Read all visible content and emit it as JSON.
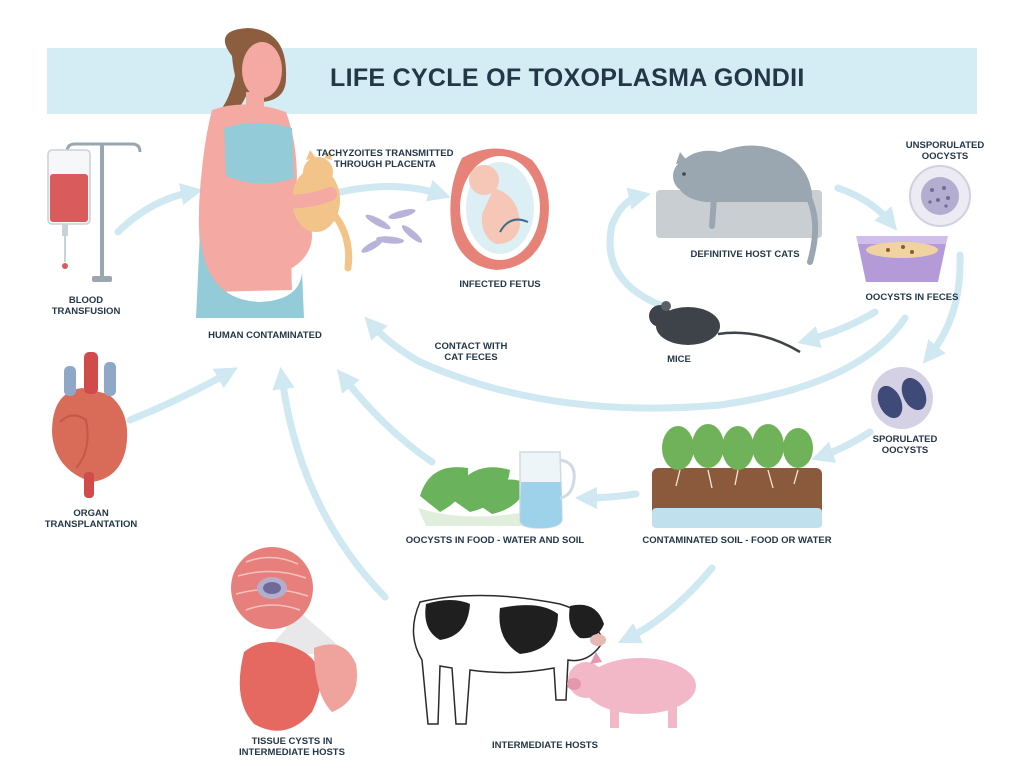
{
  "title": "LIFE CYCLE OF TOXOPLASMA GONDII",
  "labels": {
    "blood_transfusion": [
      "BLOOD",
      "TRANSFUSION"
    ],
    "human_contaminated": [
      "HUMAN CONTAMINATED"
    ],
    "tachyzoites": [
      "TACHYZOITES TRANSMITTED",
      "THROUGH PLACENTA"
    ],
    "infected_fetus": [
      "INFECTED FETUS"
    ],
    "definitive_host": [
      "DEFINITIVE HOST CATS"
    ],
    "unsporulated": [
      "UNSPORULATED",
      "OOCYSTS"
    ],
    "oocysts_feces": [
      "OOCYSTS IN FECES"
    ],
    "mice": [
      "MICE"
    ],
    "contact_feces": [
      "CONTACT WITH",
      "CAT FECES"
    ],
    "sporulated": [
      "SPORULATED",
      "OOCYSTS"
    ],
    "organ_transplant": [
      "ORGAN",
      "TRANSPLANTATION"
    ],
    "oocysts_food": [
      "OOCYSTS IN FOOD - WATER AND SOIL"
    ],
    "contaminated_soil": [
      "CONTAMINATED SOIL - FOOD OR WATER"
    ],
    "tissue_cysts": [
      "TISSUE CYSTS IN",
      "INTERMEDIATE HOSTS"
    ],
    "intermediate_hosts": [
      "INTERMEDIATE HOSTS"
    ]
  },
  "colors": {
    "band": "#d4ecf3",
    "arrow": "#cfe8f1",
    "text": "#243747"
  }
}
